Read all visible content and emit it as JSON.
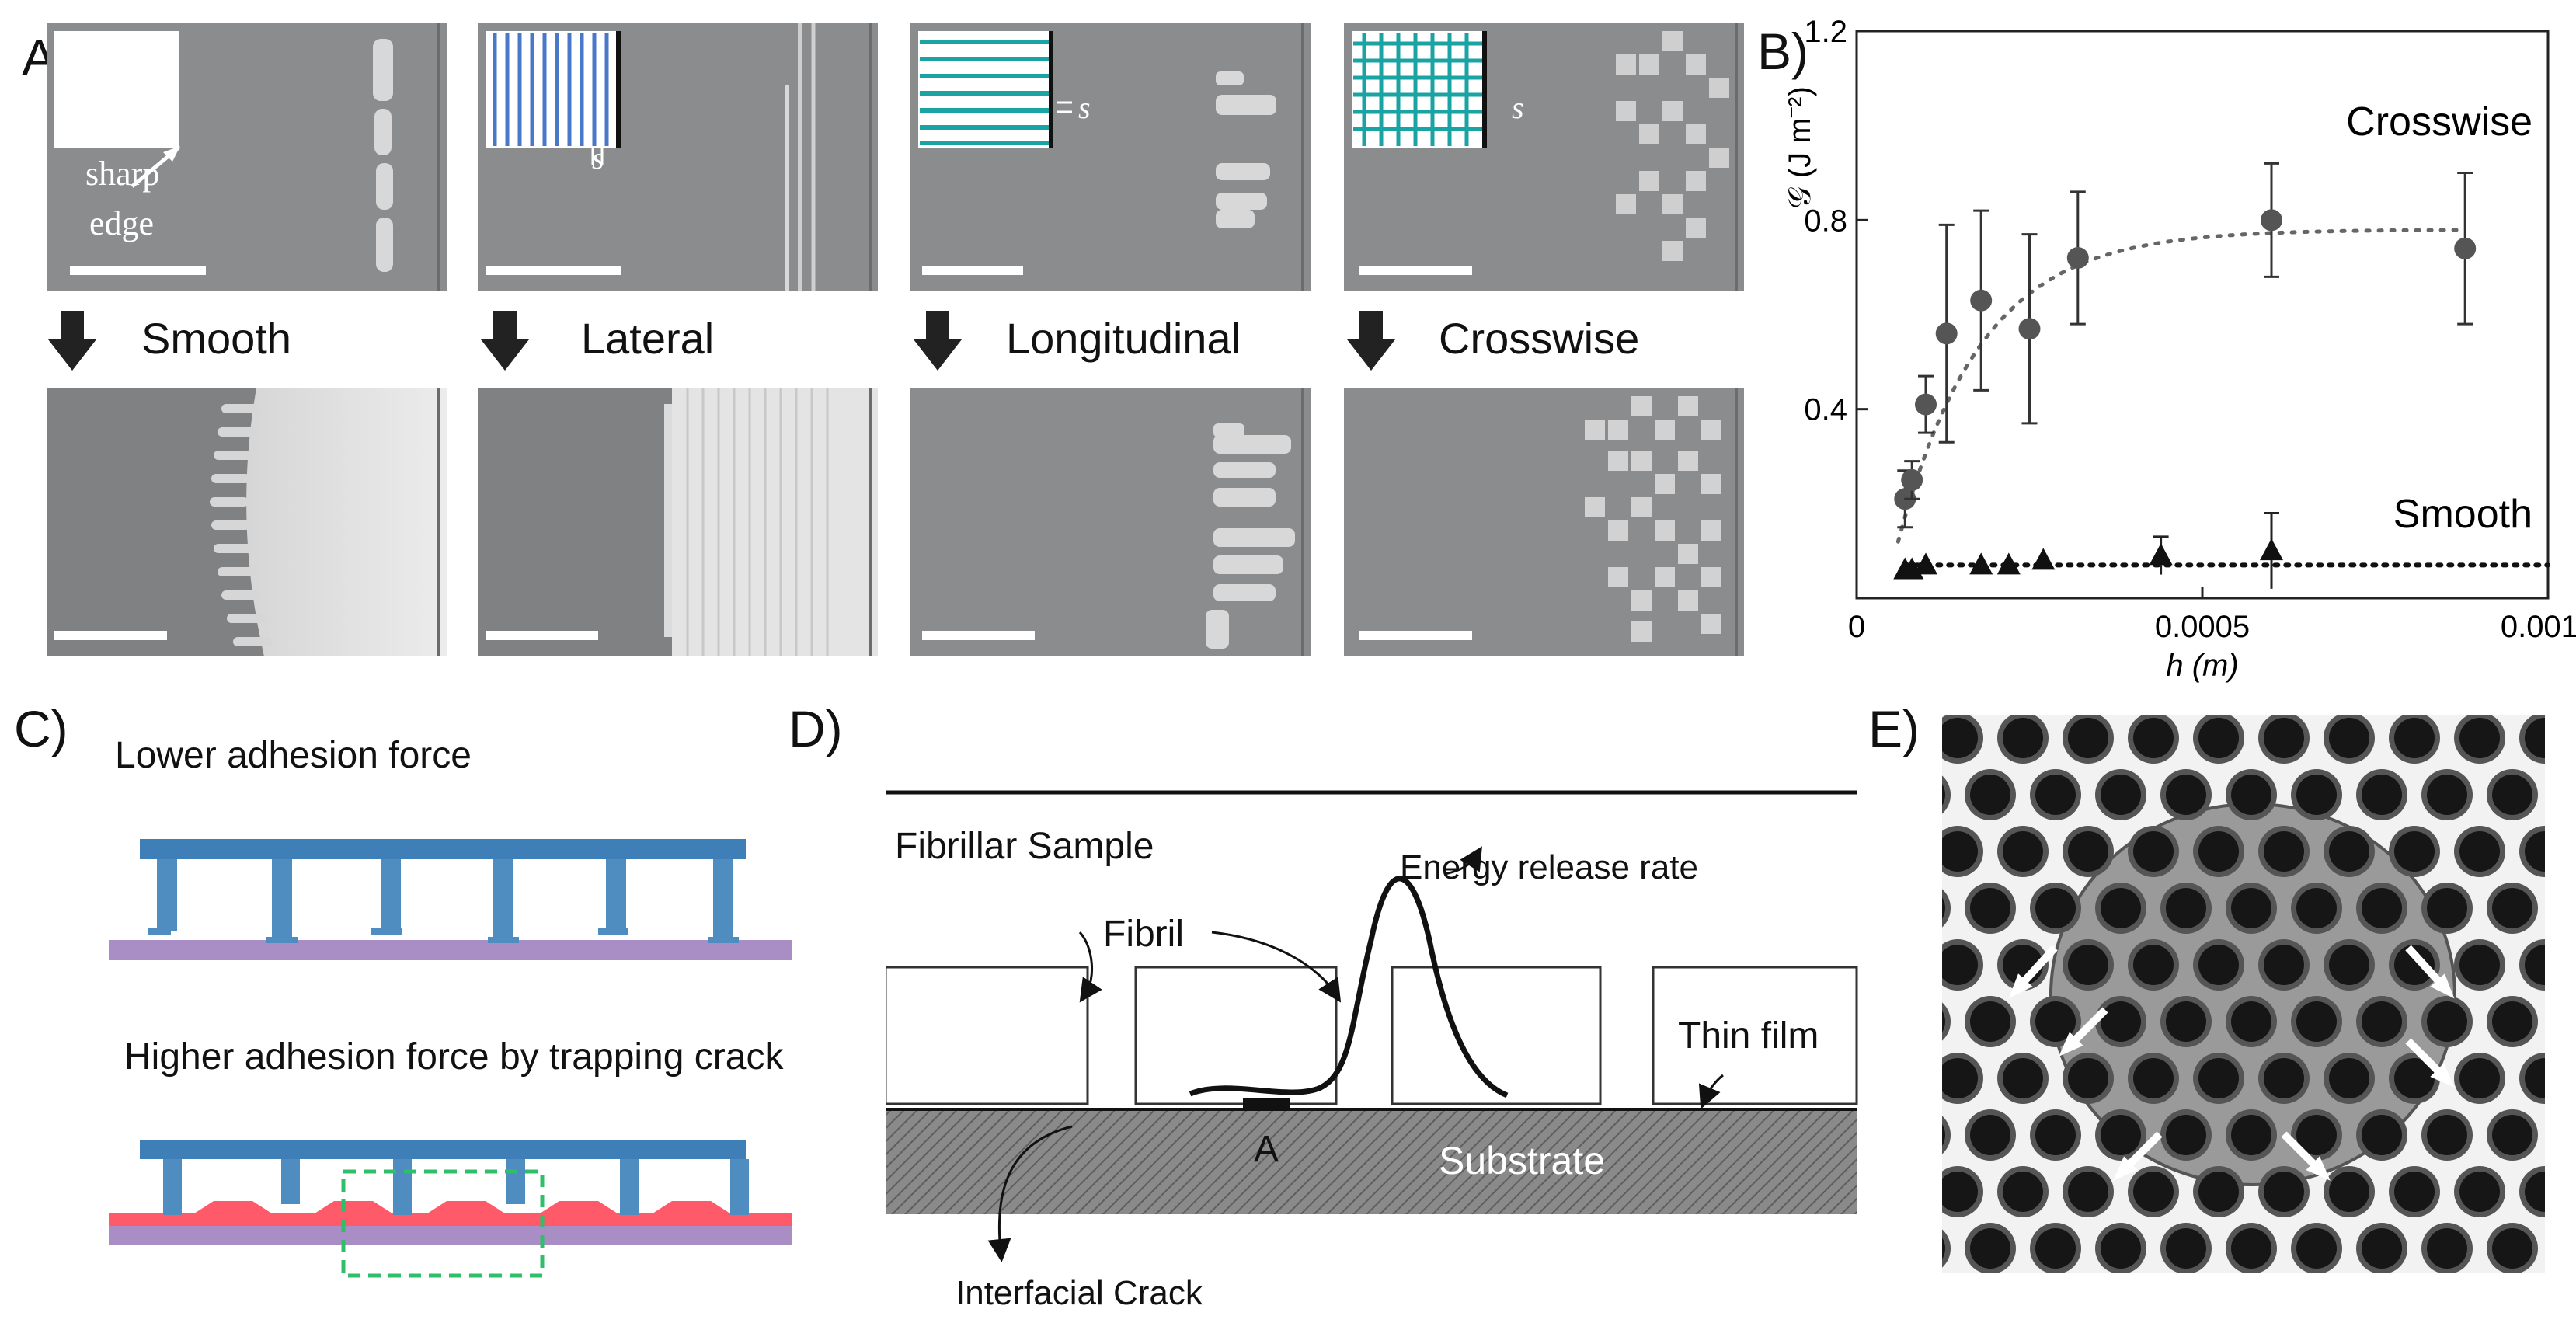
{
  "panels": {
    "A": {
      "letter": "A)",
      "inset_labels": {
        "sharp_edge_line1": "sharp",
        "sharp_edge_line2": "edge",
        "spacing": "s"
      },
      "columns": [
        {
          "label": "Smooth"
        },
        {
          "label": "Lateral"
        },
        {
          "label": "Longitudinal"
        },
        {
          "label": "Crosswise"
        }
      ]
    },
    "B": {
      "letter": "B)",
      "annotations": {
        "upper_series": "Crosswise",
        "lower_series": "Smooth"
      }
    },
    "C": {
      "letter": "C)",
      "top_caption": "Lower adhesion force",
      "bottom_caption": "Higher adhesion force by trapping crack"
    },
    "D": {
      "letter": "D)",
      "title": "Fibrillar Sample",
      "labels": {
        "fibril": "Fibril",
        "energy": "Energy release rate",
        "thin_film": "Thin film",
        "substrate": "Substrate",
        "crack": "Interfacial Crack",
        "point_a": "A"
      }
    },
    "E": {
      "letter": "E)"
    }
  },
  "colors": {
    "fibril_blue": "#3f7fb8",
    "substrate_purple": "#a88ec4",
    "crack_red": "#ff5a6a",
    "dash_green": "#2fbf6a",
    "inset_teal": "#19a3a3",
    "inset_blue": "#4a78c9"
  },
  "chart_data": {
    "type": "scatter",
    "xlabel": "h (m)",
    "ylabel": "𝒢 (J m⁻²)",
    "xlim": [
      0,
      0.001
    ],
    "ylim": [
      0,
      1.2
    ],
    "x_ticks": [
      "0",
      "0.0005",
      "0.0010"
    ],
    "y_ticks": [
      "0.4",
      "0.8",
      "1.2"
    ],
    "series": [
      {
        "name": "Crosswise",
        "marker": "circle",
        "x": [
          7e-05,
          8e-05,
          0.0001,
          0.00013,
          0.00018,
          0.00025,
          0.00032,
          0.0006,
          0.00088
        ],
        "y": [
          0.21,
          0.25,
          0.41,
          0.56,
          0.63,
          0.57,
          0.72,
          0.8,
          0.74
        ],
        "err": [
          0.06,
          0.04,
          0.06,
          0.23,
          0.19,
          0.2,
          0.14,
          0.12,
          0.16
        ],
        "fit": "dotted"
      },
      {
        "name": "Smooth",
        "marker": "triangle",
        "x": [
          7e-05,
          8e-05,
          0.0001,
          0.00018,
          0.00022,
          0.00027,
          0.00044,
          0.0006
        ],
        "y": [
          0.06,
          0.06,
          0.07,
          0.07,
          0.07,
          0.08,
          0.09,
          0.1
        ],
        "err": [
          0.0,
          0.0,
          0.0,
          0.0,
          0.0,
          0.0,
          0.04,
          0.08
        ],
        "fit_level": 0.07
      }
    ]
  }
}
